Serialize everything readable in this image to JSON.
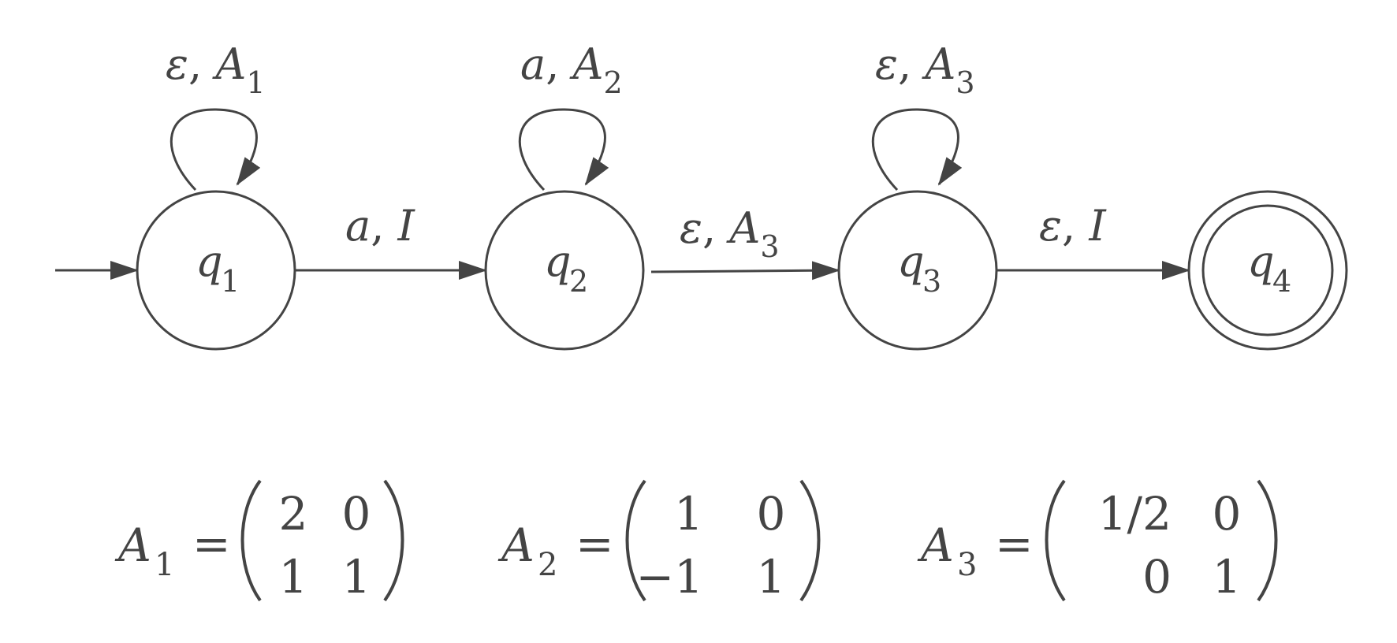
{
  "states": [
    {
      "id": "q1",
      "name": "q",
      "sub": "1",
      "initial": true,
      "accepting": false
    },
    {
      "id": "q2",
      "name": "q",
      "sub": "2",
      "initial": false,
      "accepting": false
    },
    {
      "id": "q3",
      "name": "q",
      "sub": "3",
      "initial": false,
      "accepting": false
    },
    {
      "id": "q4",
      "name": "q",
      "sub": "4",
      "initial": false,
      "accepting": true
    }
  ],
  "self_loops": [
    {
      "state": "q1",
      "symbol": "ε",
      "weight": "A",
      "weight_sub": "1"
    },
    {
      "state": "q2",
      "symbol": "a",
      "weight": "A",
      "weight_sub": "2"
    },
    {
      "state": "q3",
      "symbol": "ε",
      "weight": "A",
      "weight_sub": "3"
    }
  ],
  "transitions": [
    {
      "from": "q1",
      "to": "q2",
      "symbol": "a",
      "weight": "I",
      "weight_sub": ""
    },
    {
      "from": "q2",
      "to": "q3",
      "symbol": "ε",
      "weight": "A",
      "weight_sub": "3"
    },
    {
      "from": "q3",
      "to": "q4",
      "symbol": "ε",
      "weight": "I",
      "weight_sub": ""
    }
  ],
  "matrices": [
    {
      "name": "A",
      "sub": "1",
      "eq": "=",
      "rows": [
        [
          "2",
          "0"
        ],
        [
          "1",
          "1"
        ]
      ]
    },
    {
      "name": "A",
      "sub": "2",
      "eq": "=",
      "rows": [
        [
          "1",
          "0"
        ],
        [
          "−1",
          "1"
        ]
      ]
    },
    {
      "name": "A",
      "sub": "3",
      "eq": "=",
      "rows": [
        [
          "1/2",
          "0"
        ],
        [
          "0",
          "1"
        ]
      ]
    }
  ],
  "colors": {
    "ink": "#444444",
    "background": "#ffffff"
  }
}
